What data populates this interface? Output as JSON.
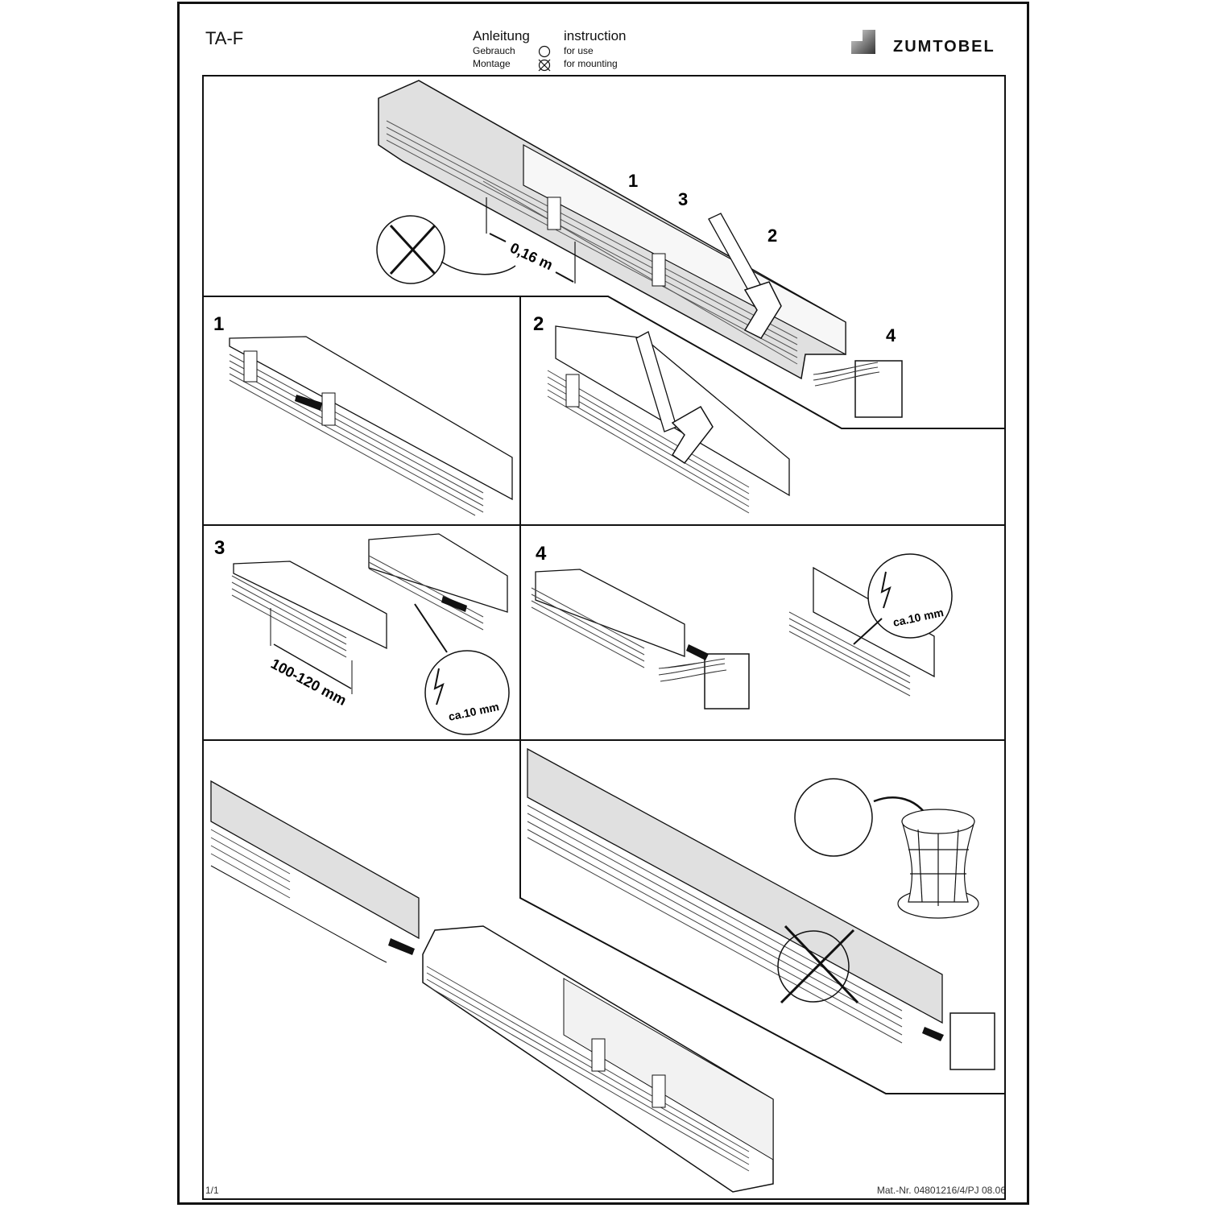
{
  "header": {
    "product": "TA-F",
    "anleitung": "Anleitung",
    "instruction": "instruction",
    "gebrauch": "Gebrauch",
    "for_use": "for use",
    "montage": "Montage",
    "for_mounting": "for mounting",
    "brand": "ZUMTOBEL"
  },
  "labels": {
    "top_callouts": [
      "1",
      "3",
      "2",
      "4"
    ],
    "top_dimension": "0,16 m",
    "step1": "1",
    "step2": "2",
    "step3": "3",
    "step4": "4",
    "step3_dimension": "100-120 mm",
    "strip_length": "ca.10 mm"
  },
  "footer": {
    "page": "1/1",
    "material_no": "Mat.-Nr. 04801216/4/PJ 08.06"
  }
}
